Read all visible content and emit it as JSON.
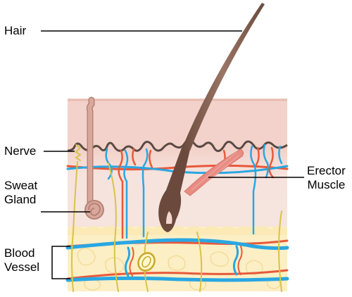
{
  "labels": {
    "hair": "Hair",
    "nerve": "Nerve",
    "sweat_gland": [
      "Sweat",
      "Gland"
    ],
    "blood_vessel": [
      "Blood",
      "Vessel"
    ],
    "erector_muscle": [
      "Erector",
      "Muscle"
    ]
  },
  "colors": {
    "epidermis_top": "#f3d6cf",
    "dermis": "#f6e0da",
    "fat": "#fbeec0",
    "vein": "#29a7e3",
    "artery": "#e8593a",
    "nerve": "#d6c44a",
    "hair": "#7e5a4c",
    "sweat_gland": "#d9a79b",
    "muscle": "#e88c84"
  }
}
